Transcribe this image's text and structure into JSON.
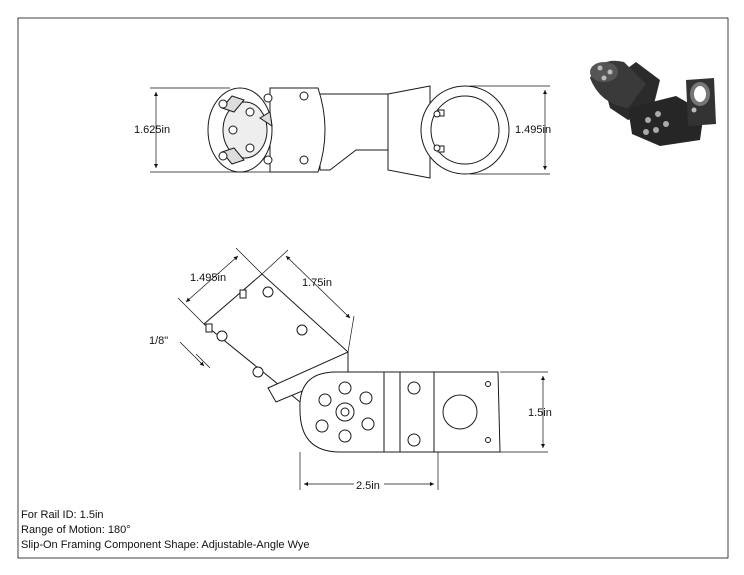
{
  "dimensions": {
    "top_height_left": "1.625in",
    "top_height_right": "1.495in",
    "bottom_side_width": "1.495in",
    "bottom_side_length": "1.75in",
    "bottom_offset": "1/8\"",
    "bottom_height_right": "1.5in",
    "bottom_width": "2.5in"
  },
  "specs": {
    "rail_id": "For Rail ID: 1.5in",
    "range_of_motion": "Range of Motion: 180°",
    "shape": "Slip-On Framing Component Shape: Adjustable-Angle Wye"
  },
  "colors": {
    "line": "#1a1a1a",
    "part_fill": "#ffffff",
    "render_body": "#2b2b2b"
  }
}
